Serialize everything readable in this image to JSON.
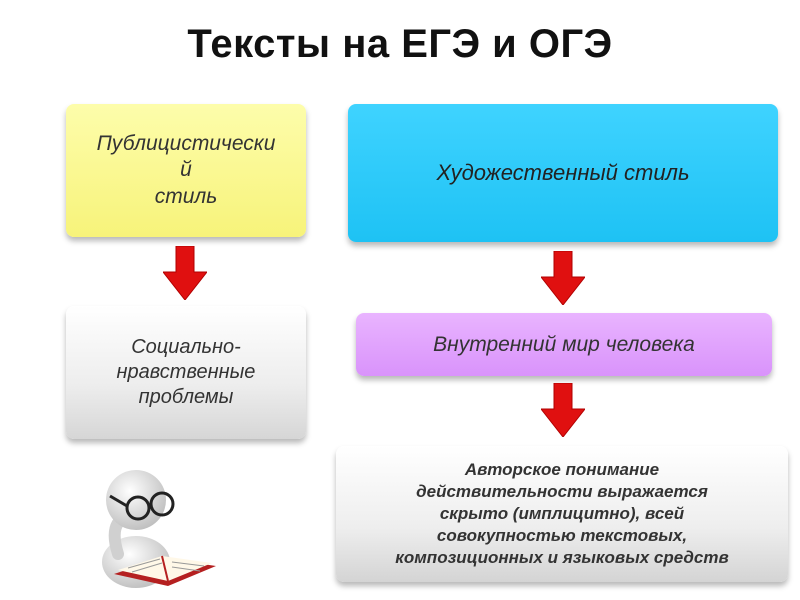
{
  "title": "Тексты на ЕГЭ и ОГЭ",
  "boxes": {
    "publicistic": {
      "lines": [
        "Публицистически",
        "й",
        "стиль"
      ]
    },
    "artistic": {
      "label": "Художественный стиль"
    },
    "social": {
      "lines": [
        "Социально-",
        "нравственные",
        "проблемы"
      ]
    },
    "inner_world": {
      "label": "Внутренний мир человека"
    },
    "author": {
      "lines": [
        "Авторское понимание",
        "действительности выражается",
        "скрыто (имплицитно), всей",
        "совокупностью текстовых,",
        "композиционных и языковых средств"
      ]
    }
  },
  "colors": {
    "arrow": "#e01010",
    "yellow": "#f9f58a",
    "blue": "#29c8f8",
    "violet": "#e1a6fd"
  }
}
